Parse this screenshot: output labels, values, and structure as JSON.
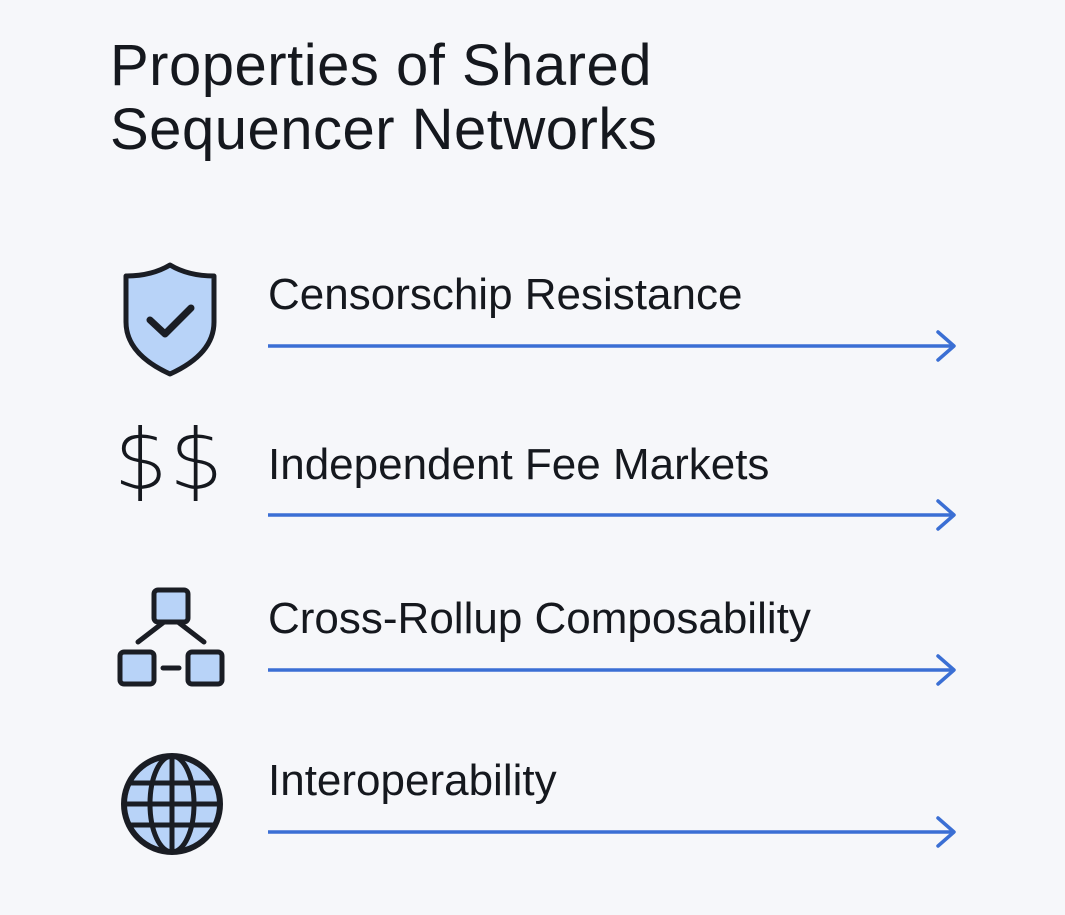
{
  "title": {
    "line1": "Properties of Shared",
    "line2": "Sequencer Networks"
  },
  "items": [
    {
      "label": "Censorschip Resistance",
      "icon": "shield-check-icon"
    },
    {
      "label": "Independent Fee Markets",
      "icon": "dollar-icon",
      "icon_text": "$$"
    },
    {
      "label": "Cross-Rollup Composability",
      "icon": "network-icon"
    },
    {
      "label": "Interoperability",
      "icon": "globe-icon"
    }
  ],
  "colors": {
    "background": "#f6f7fa",
    "arrow": "#3b6fd4",
    "icon_fill": "#b8d3f8",
    "icon_stroke": "#1a1d24",
    "text": "#15181e"
  }
}
